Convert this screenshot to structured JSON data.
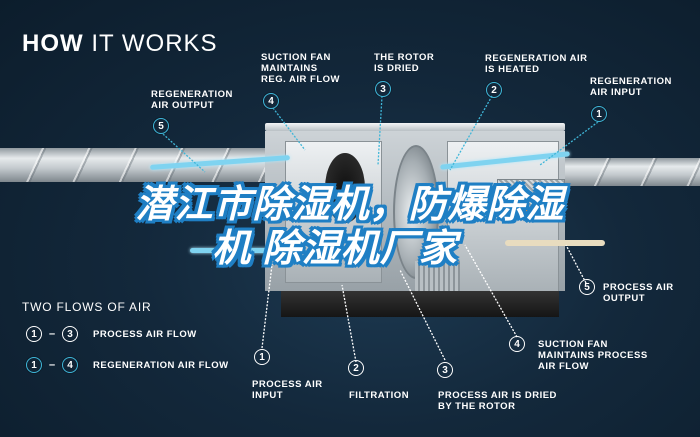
{
  "header": {
    "title_bold": "HOW",
    "title_rest": " IT WORKS"
  },
  "top_callouts": [
    {
      "number": "5",
      "label": "REGENERATION\nAIR OUTPUT"
    },
    {
      "number": "4",
      "label": "SUCTION FAN\nMAINTAINS\nREG. AIR FLOW"
    },
    {
      "number": "3",
      "label": "THE ROTOR\nIS DRIED"
    },
    {
      "number": "2",
      "label": "REGENERATION AIR\nIS HEATED"
    },
    {
      "number": "1",
      "label": "REGENERATION\nAIR INPUT"
    }
  ],
  "bottom_callouts": [
    {
      "number": "1",
      "label": "PROCESS AIR\nINPUT"
    },
    {
      "number": "2",
      "label": "FILTRATION"
    },
    {
      "number": "3",
      "label": "PROCESS AIR IS DRIED\nBY THE ROTOR"
    },
    {
      "number": "4",
      "label": "SUCTION FAN\nMAINTAINS PROCESS\nAIR FLOW"
    },
    {
      "number": "5",
      "label": "PROCESS AIR\nOUTPUT"
    }
  ],
  "legend": {
    "title": "TWO FLOWS OF AIR",
    "rows": [
      {
        "from": "1",
        "dash": "–",
        "to": "3",
        "label": "PROCESS AIR FLOW",
        "style": "white"
      },
      {
        "from": "1",
        "dash": "–",
        "to": "4",
        "label": "REGENERATION AIR FLOW",
        "style": "teal"
      }
    ]
  },
  "watermark": {
    "line1": "潜江市除湿机，防爆除湿",
    "line2": "机    除湿机厂家"
  },
  "colors": {
    "background": "#13283b",
    "regeneration_accent": "#3fb6d8",
    "process_accent": "#ffffff",
    "watermark_outline": "#1f7fc4",
    "airflow": "#7fd3f0",
    "heater": "#ff8a2a"
  }
}
